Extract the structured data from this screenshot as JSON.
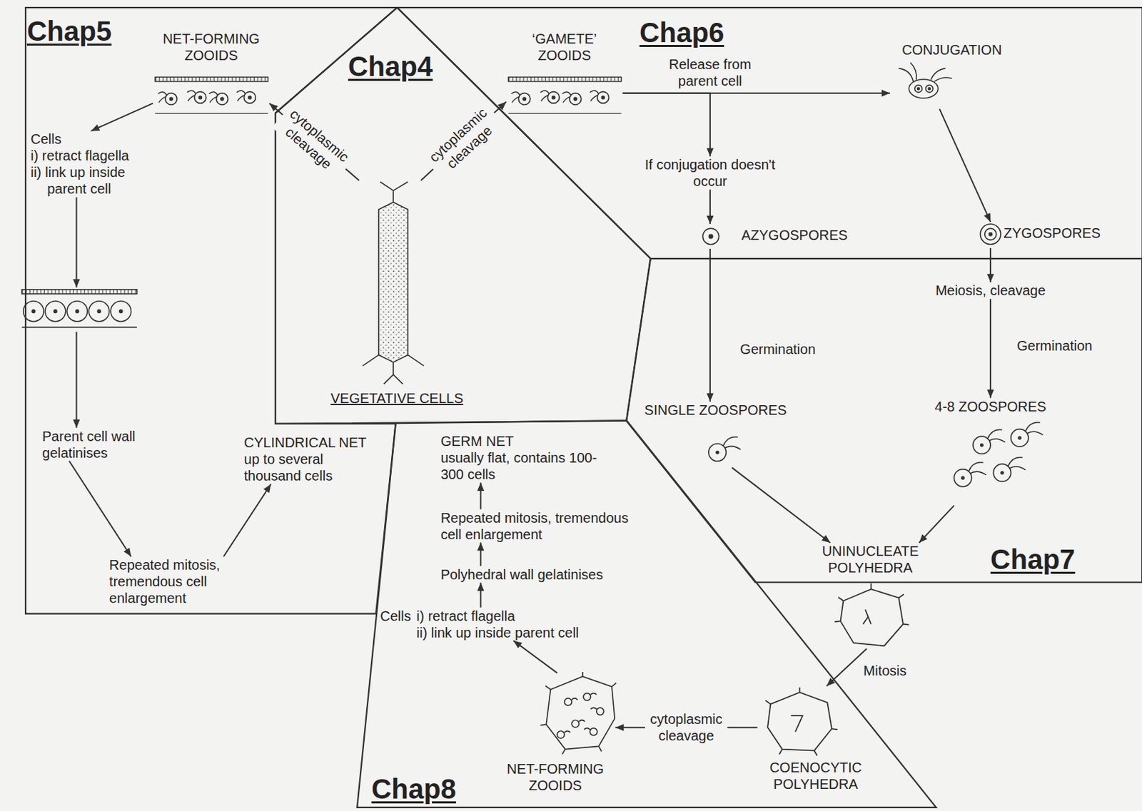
{
  "diagram": {
    "nodes": [
      {
        "text": [
          "Chap5"
        ]
      },
      {
        "text": [
          "NET-FORMING ZOOIDS"
        ],
        "in": 0
      },
      {
        "text": [
          "Cells",
          "i) retract flagella",
          "ii) link up inside parent cell"
        ],
        "in": 0
      },
      {
        "text": [
          "Parent cell wall gelatinises"
        ],
        "in": 0
      },
      {
        "text": [
          "Repeated mitosis, tremendous cell enlargement"
        ],
        "in": 0
      },
      {
        "text": [
          "CYLINDRICAL NET",
          "up to several thousand cells"
        ],
        "in": 0
      },
      {
        "text": [
          "Chap4"
        ]
      },
      {
        "text": [
          "VEGETATIVE CELLS"
        ],
        "in": 6
      },
      {
        "text": [
          "Chap6"
        ]
      },
      {
        "text": [
          "‘GAMETE’ ZOOIDS"
        ],
        "in": 8
      },
      {
        "text": [
          "CONJUGATION"
        ],
        "in": 8
      },
      {
        "text": [
          "If conjugation doesn't occur"
        ],
        "in": 8
      },
      {
        "text": [
          "AZYGOSPORES"
        ],
        "in": 8
      },
      {
        "text": [
          "ZYGOSPORES"
        ],
        "in": 8
      },
      {
        "text": [
          "Chap7"
        ]
      },
      {
        "text": [
          "Meiosis, cleavage"
        ],
        "in": 14
      },
      {
        "text": [
          "SINGLE ZOOSPORES"
        ],
        "in": 14
      },
      {
        "text": [
          "4-8 ZOOSPORES"
        ],
        "in": 14
      },
      {
        "text": [
          "UNINUCLEATE POLYHEDRA"
        ],
        "in": 14
      },
      {
        "text": [
          "Chap8"
        ]
      },
      {
        "text": [
          "GERM NET",
          "usually flat, contains 100-300 cells"
        ],
        "in": 19
      },
      {
        "text": [
          "Repeated mitosis, tremendous cell enlargement"
        ],
        "in": 19
      },
      {
        "text": [
          "Polyhedral wall gelatinises"
        ],
        "in": 19
      },
      {
        "text": [
          "Cells",
          "i) retract flagella",
          "ii) link up inside parent cell"
        ],
        "in": 19
      },
      {
        "text": [
          "NET-FORMING ZOOIDS"
        ],
        "in": 19
      },
      {
        "text": [
          "COENOCYTIC POLYHEDRA"
        ],
        "in": 19
      }
    ],
    "edges": [
      {
        "from": 1,
        "to": 2,
        "arrow": "to"
      },
      {
        "from": 2,
        "to": 3,
        "arrow": "to"
      },
      {
        "from": 3,
        "to": 4,
        "arrow": "to"
      },
      {
        "from": 4,
        "to": 5,
        "arrow": "to"
      },
      {
        "from": 7,
        "to": 1,
        "label": "cytoplasmic cleavage",
        "arrow": "to"
      },
      {
        "from": 7,
        "to": 9,
        "label": "cytoplasmic cleavage",
        "arrow": "to"
      },
      {
        "from": 9,
        "to": 10,
        "label": "Release from parent cell",
        "arrow": "to"
      },
      {
        "from": 9,
        "to": 11,
        "arrow": "to"
      },
      {
        "from": 11,
        "to": 12,
        "arrow": "to"
      },
      {
        "from": 10,
        "to": 13,
        "arrow": "to"
      },
      {
        "from": 12,
        "to": 16,
        "label": "Germination",
        "arrow": "to"
      },
      {
        "from": 13,
        "to": 15,
        "arrow": "to"
      },
      {
        "from": 15,
        "to": 17,
        "label": "Germination",
        "arrow": "to"
      },
      {
        "from": 16,
        "to": 18,
        "arrow": "to"
      },
      {
        "from": 17,
        "to": 18,
        "arrow": "to"
      },
      {
        "from": 18,
        "to": 25,
        "label": "Mitosis",
        "arrow": "to"
      },
      {
        "from": 25,
        "to": 24,
        "label": "cytoplasmic cleavage",
        "arrow": "to"
      },
      {
        "from": 24,
        "to": 23,
        "arrow": "to"
      },
      {
        "from": 23,
        "to": 22,
        "arrow": "to"
      },
      {
        "from": 22,
        "to": 21,
        "arrow": "to"
      },
      {
        "from": 21,
        "to": 20,
        "arrow": "to"
      }
    ]
  }
}
